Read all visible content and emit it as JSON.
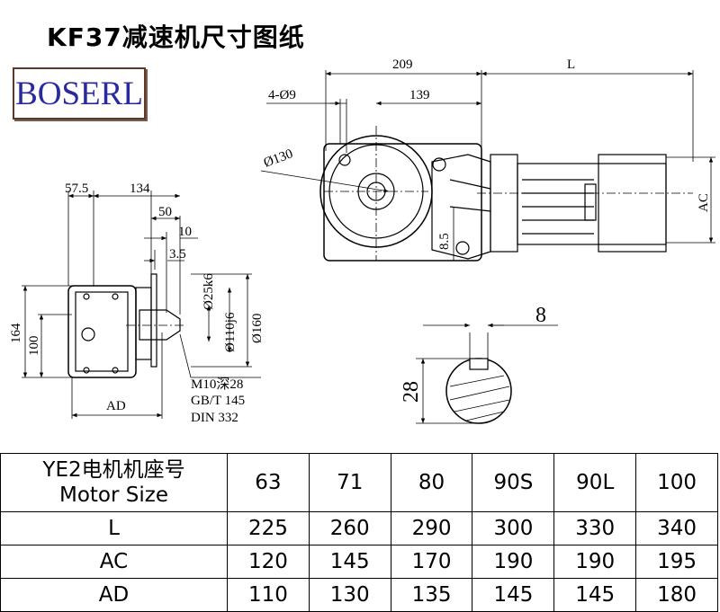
{
  "title": "KF37减速机尺寸图纸",
  "logo": "BOSERL",
  "drawing": {
    "side_view": {
      "dim_209": "209",
      "dim_L": "L",
      "dim_4x9": "4-Ø9",
      "dim_139": "139",
      "dim_130": "Ø130",
      "dim_AC": "AC",
      "dim_8_5": "8.5"
    },
    "front_view": {
      "dim_57_5": "57.5",
      "dim_134": "134",
      "dim_50": "50",
      "dim_10": "10",
      "dim_3_5": "3.5",
      "dim_25k6": "Ø25k6",
      "dim_110j6": "Ø110j6",
      "dim_160": "Ø160",
      "dim_164": "164",
      "dim_100": "100",
      "dim_AD": "AD",
      "note_1": "M10深28",
      "note_2": "GB/T 145",
      "note_3": "DIN 332"
    },
    "shaft_section": {
      "dim_8": "8",
      "dim_28": "28"
    }
  },
  "table": {
    "header_label_line1": "YE2电机机座号",
    "header_label_line2": "Motor Size",
    "sizes": [
      "63",
      "71",
      "80",
      "90S",
      "90L",
      "100"
    ],
    "rows": [
      {
        "label": "L",
        "values": [
          "225",
          "260",
          "290",
          "300",
          "330",
          "340"
        ]
      },
      {
        "label": "AC",
        "values": [
          "120",
          "145",
          "170",
          "190",
          "190",
          "195"
        ]
      },
      {
        "label": "AD",
        "values": [
          "110",
          "130",
          "135",
          "145",
          "145",
          "180"
        ]
      }
    ]
  }
}
